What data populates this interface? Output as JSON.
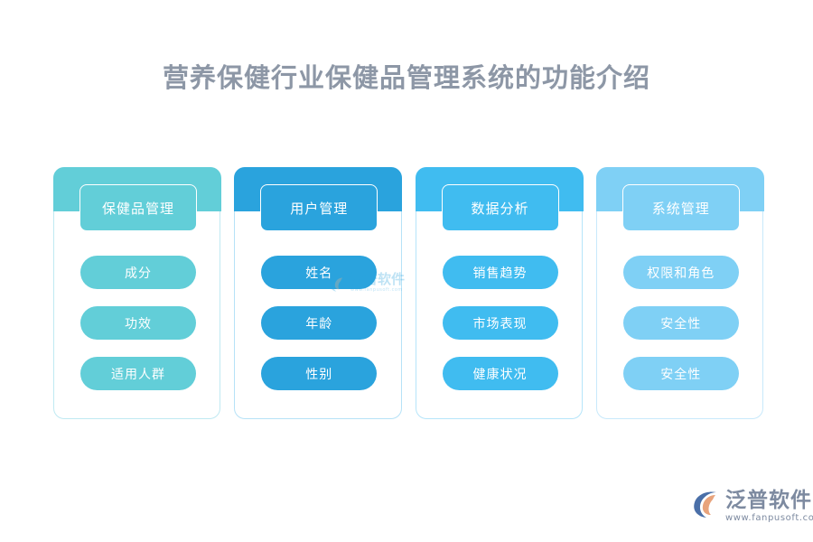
{
  "page": {
    "title": "营养保健行业保健品管理系统的功能介绍",
    "background_color": "#ffffff",
    "title_color": "#8d97a6"
  },
  "columns": [
    {
      "id": "product-management",
      "header": "保健品管理",
      "color": "#62ced8",
      "items": [
        "成分",
        "功效",
        "适用人群"
      ]
    },
    {
      "id": "user-management",
      "header": "用户管理",
      "color": "#2aa3dd",
      "items": [
        "姓名",
        "年龄",
        "性别"
      ]
    },
    {
      "id": "data-analysis",
      "header": "数据分析",
      "color": "#40bcf0",
      "items": [
        "销售趋势",
        "市场表现",
        "健康状况"
      ]
    },
    {
      "id": "system-management",
      "header": "系统管理",
      "color": "#7fd0f5",
      "items": [
        "权限和角色",
        "安全性",
        "安全性"
      ]
    }
  ],
  "watermark": {
    "name": "泛普软件",
    "url": "www.fanpusoft.com",
    "color": "#2aa3dd"
  },
  "brand": {
    "name": "泛普软件",
    "url": "www.fanpusoft.com",
    "text_color": "#7d8aa0",
    "mark_blue": "#4a6fa8",
    "mark_orange": "#e8a37c"
  }
}
